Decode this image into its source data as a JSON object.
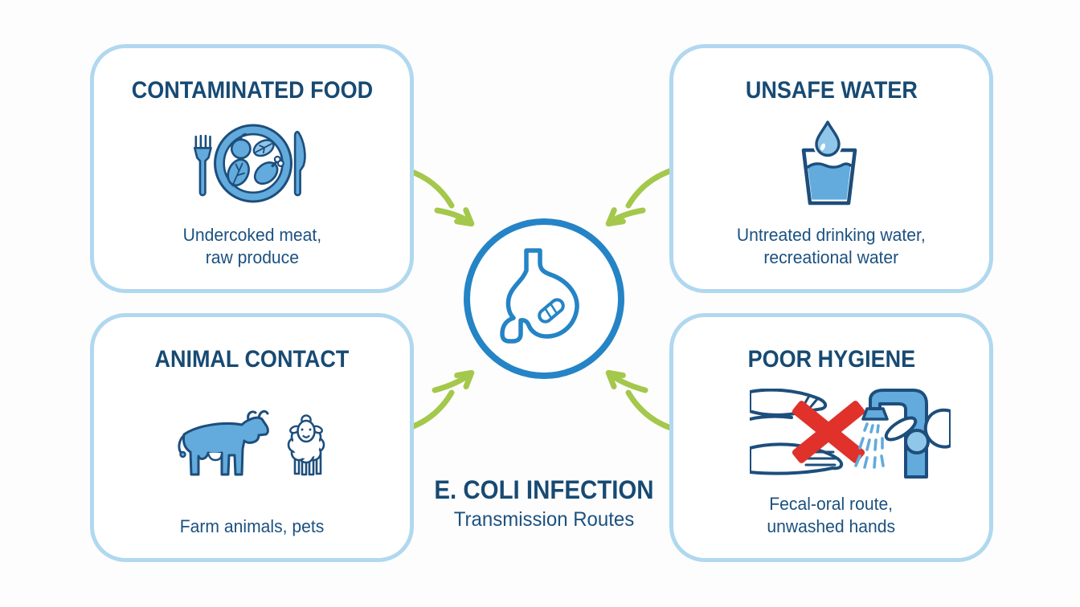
{
  "palette": {
    "navy_text": "#174a73",
    "body_text": "#1b5180",
    "box_border": "#b0d8ef",
    "icon_outline": "#1d4e7c",
    "icon_blue": "#62abdc",
    "icon_light_blue": "#8fc6ea",
    "circle_blue": "#2484c6",
    "arrow_green": "#a4c84b",
    "cross_red": "#e0312b",
    "bg": "#fdfdfd"
  },
  "center": {
    "title": "E. COLI INFECTION",
    "subtitle": "Transmission Routes",
    "icon": "stomach-bacteria-icon"
  },
  "boxes": [
    {
      "id": "contaminated-food",
      "title": "CONTAMINATED FOOD",
      "icon": "plate-utensils-icon",
      "lines": [
        "Undercoked meat,",
        "raw produce"
      ]
    },
    {
      "id": "unsafe-water",
      "title": "UNSAFE WATER",
      "icon": "water-glass-drop-icon",
      "lines": [
        "Untreated drinking water,",
        "recreational water"
      ]
    },
    {
      "id": "animal-contact",
      "title": "ANIMAL CONTACT",
      "icon": "cow-sheep-icon",
      "lines": [
        "Farm animals, pets"
      ]
    },
    {
      "id": "poor-hygiene",
      "title": "POOR HYGIENE",
      "icon": "no-handshake-faucet-icon",
      "lines": [
        "Fecal-oral route,",
        "unwashed hands"
      ]
    }
  ]
}
